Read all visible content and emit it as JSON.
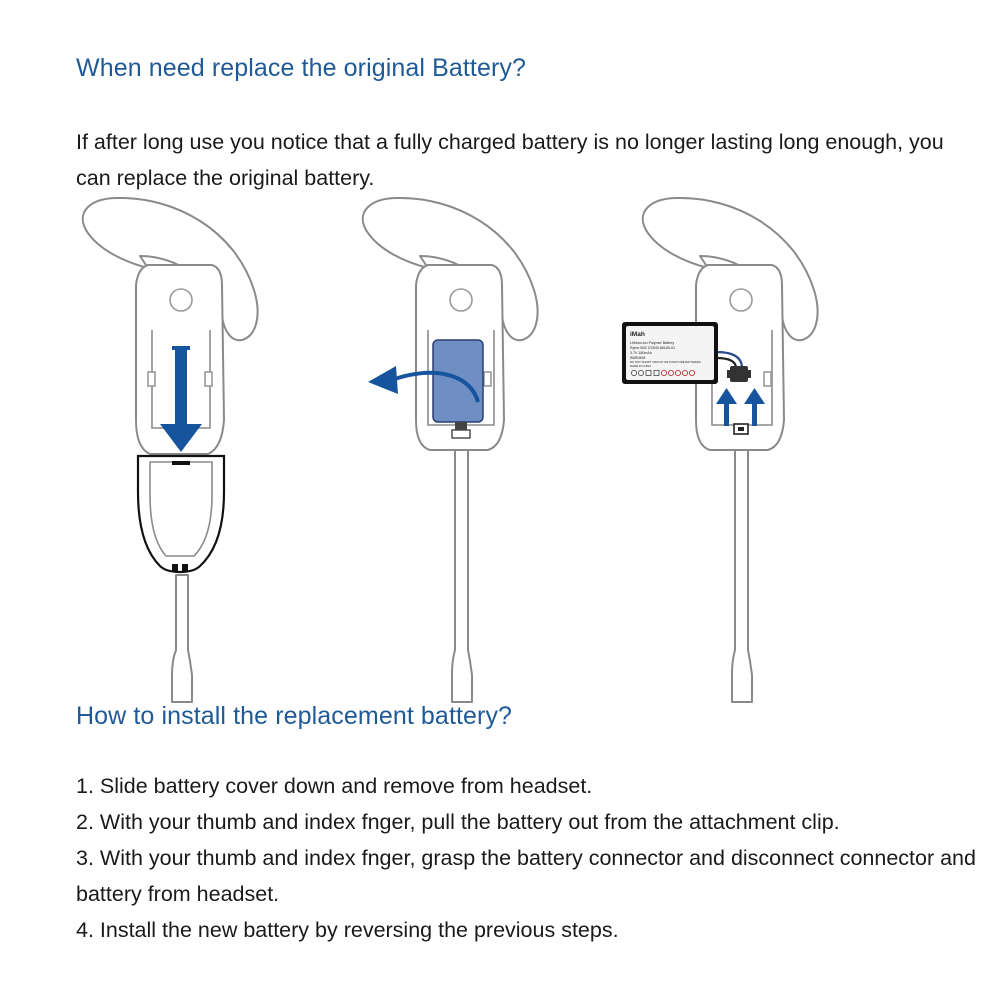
{
  "sections": {
    "when_heading": "When need replace the original Battery?",
    "intro_text": "If after long use you notice that a fully charged battery is no longer lasting long enough, you can replace the original battery.",
    "how_heading": "How to install the replacement battery?",
    "steps": [
      "1. Slide battery cover down and remove from headset.",
      "2. With your thumb and index fnger, pull the battery out from the attachment clip.",
      "3. With your thumb and index fnger, grasp the battery connector and disconnect connector and battery from headset.",
      "4. Install the new battery by reversing the previous steps."
    ]
  },
  "battery_label": {
    "brand": "iMah",
    "line1": "Lithium-ion Polymer Battery",
    "line2": "Ryme B02 CS540 86180-01",
    "line3": "3.7V 180mAh",
    "line4": "WARNING:",
    "line5": "DO NOT SHORT CIRCUIT OR PUNCTURE BATTERIES",
    "line6": "MADE IN CHINA"
  },
  "colors": {
    "heading": "#1f5a96",
    "arrow": "#16559e",
    "battery": "#6f8fc4"
  }
}
